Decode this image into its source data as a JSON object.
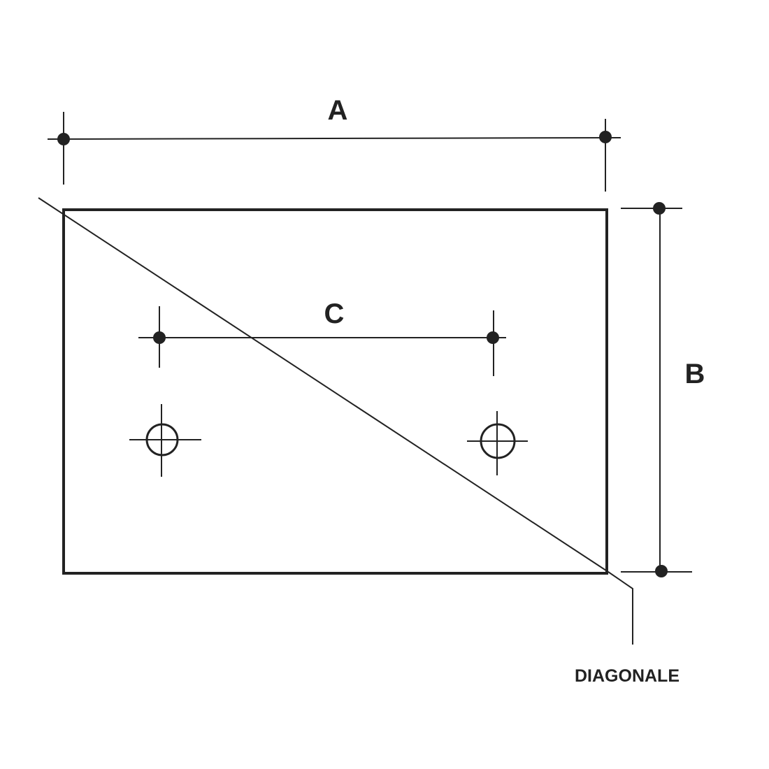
{
  "labels": {
    "a": "A",
    "b": "B",
    "c": "C",
    "diagonal": "DIAGONALE"
  },
  "colors": {
    "line": "#222222",
    "background": "#ffffff"
  }
}
